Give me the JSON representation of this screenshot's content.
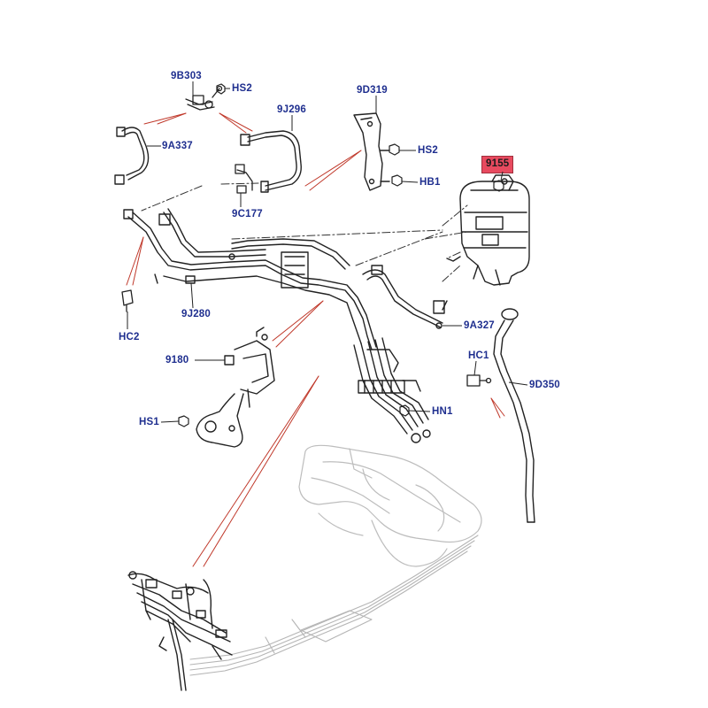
{
  "colors": {
    "label": "#1f2f8f",
    "highlight_bg": "#e84a5f",
    "leader_red": "#c0392b",
    "line_dark": "#222222",
    "line_light": "#b5b5b5"
  },
  "callouts": {
    "c9155": "9155",
    "c9B303": "9B303",
    "cHS2a": "HS2",
    "c9J296": "9J296",
    "c9D319": "9D319",
    "cHS2b": "HS2",
    "cHB1": "HB1",
    "c9A337": "9A337",
    "c9C177": "9C177",
    "cHC2": "HC2",
    "c9J280": "9J280",
    "c9A327": "9A327",
    "cHC1": "HC1",
    "c9D350": "9D350",
    "c9180": "9180",
    "cHN1": "HN1",
    "cHS1": "HS1"
  },
  "highlighted_part": "9155"
}
